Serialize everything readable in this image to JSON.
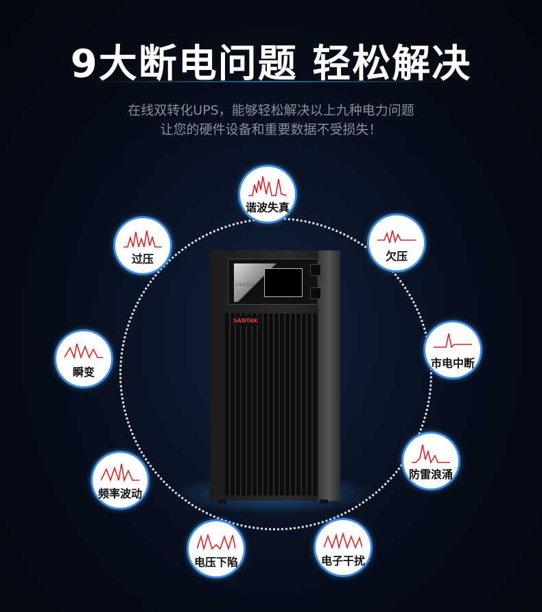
{
  "headline": "9大断电问题 轻松解决",
  "subtitle_line1": "在线双转化UPS，能够轻松解决以上九种电力问题",
  "subtitle_line2": "让您的硬件设备和重要数据不受损失！",
  "product": {
    "brand": "SANTAK",
    "panel_text": "CASTLE"
  },
  "accent": "#3a8be0",
  "wave_color": "#e02020",
  "problems": [
    {
      "label": "谐波失真",
      "icon": "harmonic-wave-icon"
    },
    {
      "label": "欠压",
      "icon": "undervoltage-wave-icon"
    },
    {
      "label": "市电中断",
      "icon": "outage-wave-icon"
    },
    {
      "label": "防雷浪涌",
      "icon": "surge-wave-icon"
    },
    {
      "label": "电子干扰",
      "icon": "interference-wave-icon"
    },
    {
      "label": "电压下陷",
      "icon": "sag-wave-icon"
    },
    {
      "label": "频率波动",
      "icon": "frequency-wave-icon"
    },
    {
      "label": "瞬变",
      "icon": "transient-wave-icon"
    },
    {
      "label": "过压",
      "icon": "overvoltage-wave-icon"
    }
  ]
}
